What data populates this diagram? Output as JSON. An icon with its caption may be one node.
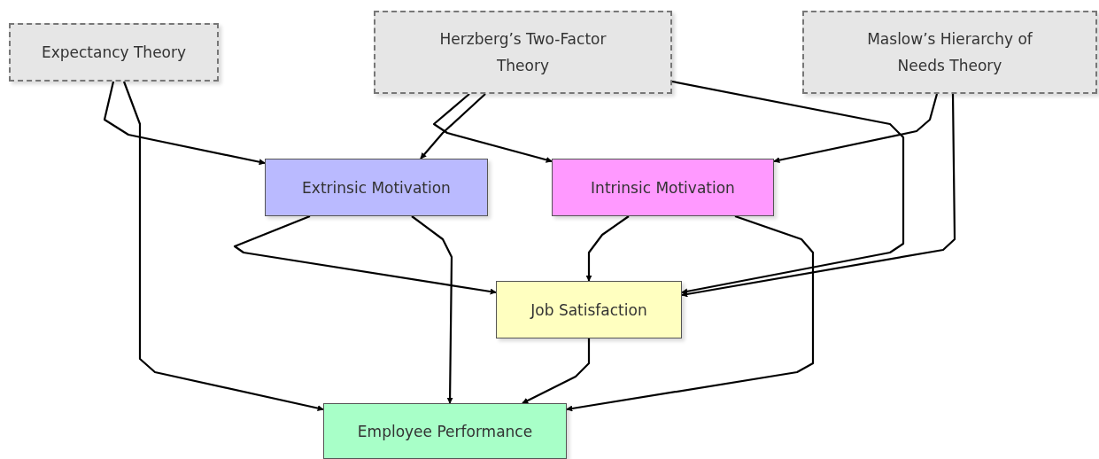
{
  "diagram": {
    "nodes": [
      {
        "text": [
          "Expectancy Theory"
        ]
      },
      {
        "text": [
          "Herzberg’s Two-Factor Theory"
        ]
      },
      {
        "text": [
          "Maslow’s Hierarchy of Needs Theory"
        ]
      },
      {
        "text": [
          "Extrinsic Motivation"
        ]
      },
      {
        "text": [
          "Intrinsic Motivation"
        ]
      },
      {
        "text": [
          "Job Satisfaction"
        ]
      },
      {
        "text": [
          "Employee Performance"
        ]
      }
    ],
    "edges": [
      {
        "from": 0,
        "to": 3,
        "arrow": "to"
      },
      {
        "from": 0,
        "to": 6,
        "arrow": "to"
      },
      {
        "from": 1,
        "to": 3,
        "arrow": "to"
      },
      {
        "from": 1,
        "to": 4,
        "arrow": "to"
      },
      {
        "from": 1,
        "to": 5,
        "arrow": "to"
      },
      {
        "from": 2,
        "to": 4,
        "arrow": "to"
      },
      {
        "from": 2,
        "to": 5,
        "arrow": "to"
      },
      {
        "from": 3,
        "to": 5,
        "arrow": "to"
      },
      {
        "from": 3,
        "to": 6,
        "arrow": "to"
      },
      {
        "from": 4,
        "to": 5,
        "arrow": "to"
      },
      {
        "from": 4,
        "to": 6,
        "arrow": "to"
      },
      {
        "from": 5,
        "to": 6,
        "arrow": "to"
      }
    ]
  }
}
